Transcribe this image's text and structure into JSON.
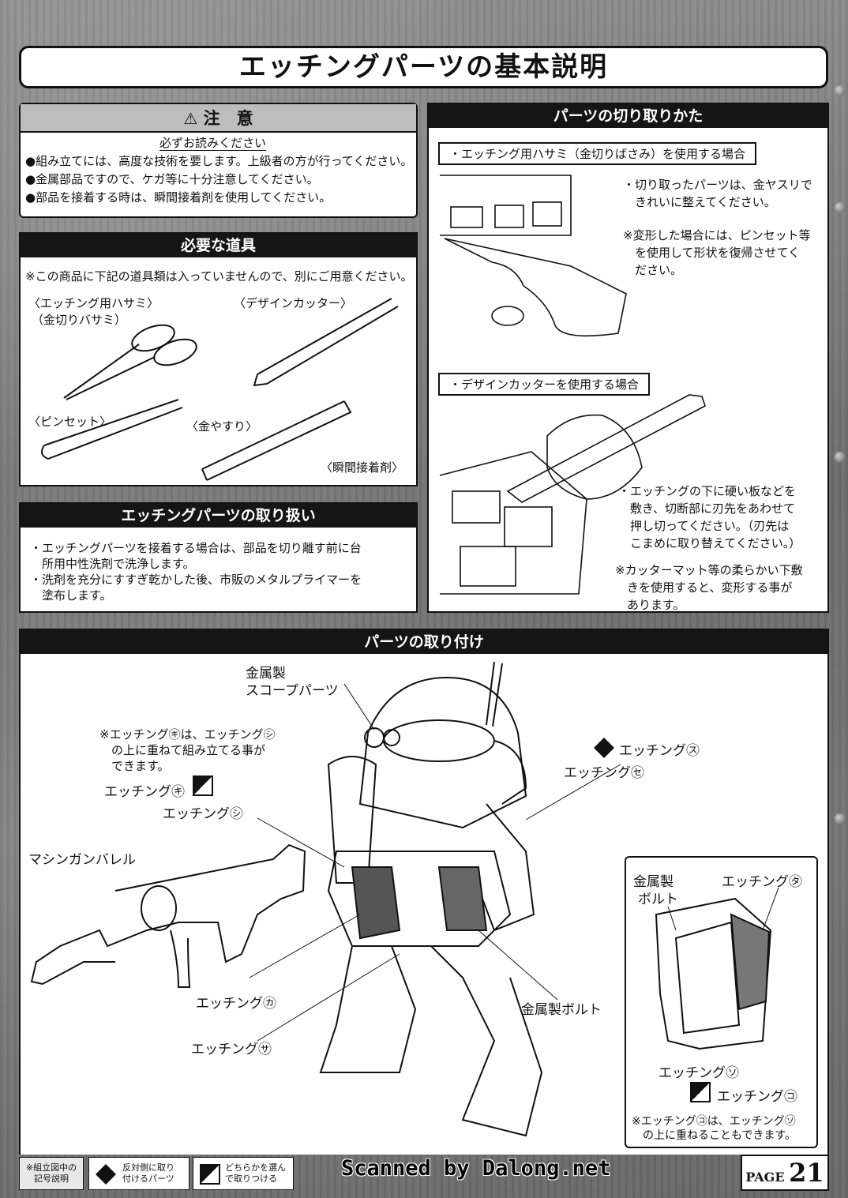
{
  "page_title": "エッチングパーツの基本説明",
  "caution": {
    "header": "注　意",
    "subheader": "必ずお読みください",
    "items": [
      "●組み立てには、高度な技術を要します。上級者の方が行ってください。",
      "●金属部品ですので、ケガ等に十分注意してください。",
      "●部品を接着する時は、瞬間接着剤を使用してください。"
    ]
  },
  "tools": {
    "header": "必要な道具",
    "note": "※この商品に下記の道具類は入っていませんので、別にご用意ください。",
    "scissors": "〈エッチング用ハサミ〉",
    "scissors_sub": "（金切りバサミ）",
    "cutter": "〈デザインカッター〉",
    "tweezers": "〈ピンセット〉",
    "file": "〈金やすり〉",
    "glue": "〈瞬間接着剤〉"
  },
  "handling": {
    "header": "エッチングパーツの取り扱い",
    "lines": [
      "・エッチングパーツを接着する場合は、部品を切り離す前に台",
      "　所用中性洗剤で洗浄します。",
      "・洗剤を充分にすすぎ乾かした後、市販のメタルプライマーを",
      "　塗布します。"
    ]
  },
  "cutting": {
    "header": "パーツの切り取りかた",
    "scissors_label": "・エッチング用ハサミ（金切りばさみ）を使用する場合",
    "scissors_text": [
      "・切り取ったパーツは、金ヤスリで",
      "　きれいに整えてください。"
    ],
    "scissors_note": [
      "※変形した場合には、ピンセット等",
      "　を使用して形状を復帰させてく",
      "　ださい。"
    ],
    "cutter_label": "・デザインカッターを使用する場合",
    "cutter_text": [
      "・エッチングの下に硬い板などを",
      "　敷き、切断部に刃先をあわせて",
      "　押し切ってください。（刃先は",
      "　こまめに取り替えてください。）"
    ],
    "cutter_note": [
      "※カッターマット等の柔らかい下敷",
      "　きを使用すると、変形する事が",
      "　あります。"
    ]
  },
  "attach": {
    "header": "パーツの取り付け",
    "scope1": "金属製",
    "scope2": "スコープパーツ",
    "note1": [
      "※エッチング㋖は、エッチング㋛",
      "　の上に重ねて組み立てる事が",
      "　できます。"
    ],
    "ki": "エッチング㋖",
    "shi": "エッチング㋛",
    "su": "エッチング㋜",
    "se": "エッチング㋝",
    "barrel": "マシンガンバレル",
    "ka": "エッチング㋕",
    "sa": "エッチング㋚",
    "bolt": "金属製ボルト",
    "bolt2a": "金属製",
    "bolt2b": "ボルト",
    "ta": "エッチング㋟",
    "so": "エッチング㋞",
    "ko": "エッチング㋙",
    "note2": [
      "※エッチング㋙は、エッチング㋞",
      "　の上に重ねることもできます。"
    ]
  },
  "footer": {
    "legend_title1": "※組立図中の",
    "legend_title2": "記号説明",
    "sym1a": "反対側に取り",
    "sym1b": "付けるパーツ",
    "sym2a": "どちらかを選ん",
    "sym2b": "で取りつける",
    "scan": "Scanned by Dalong.net",
    "page_label": "PAGE",
    "page_num": "21"
  }
}
